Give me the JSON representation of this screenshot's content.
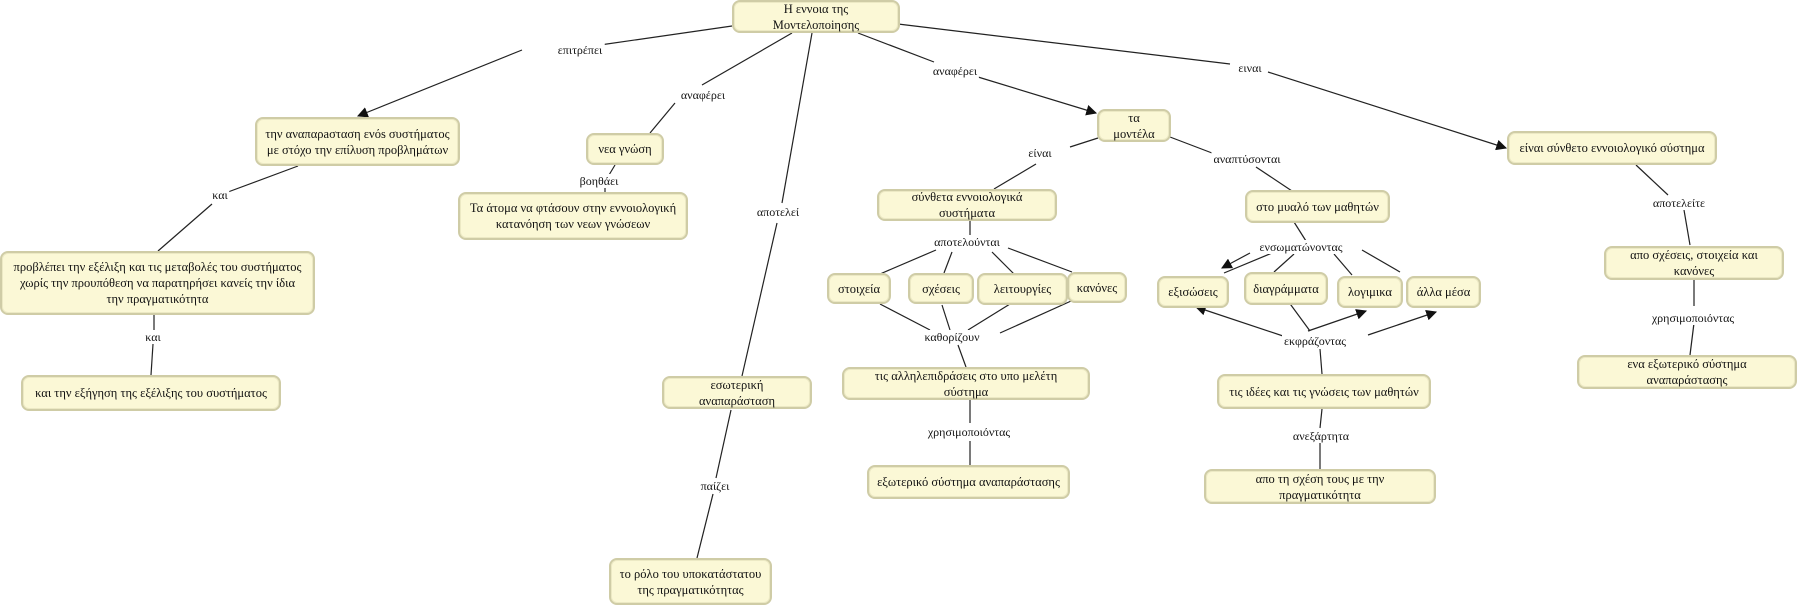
{
  "colors": {
    "node_fill": "#fbf8d6",
    "node_border": "#cfcca6",
    "line": "#222222"
  },
  "nodes": {
    "root": "Η εννοια της Μοντελοποiησης",
    "representation": "την αναπαρaσταση ενόs συστήματος με στόχο την επίλυση προβλημάτων",
    "predicts": "προβλέπει την εξέλιξη και τις μεταβολές του συστήματος χωρίς την προυπόθεση να παρατηρήσει κανείς την ίδια την πραγματικότητα",
    "explanation": "και την εξήγηση της εξέλιξης του συστήματος",
    "new_knowledge": "νεα γνώση",
    "people_reach": "Τα άτομα να φτάσουν στην εννοιολογική κατανόηση των νεων γνώσεων",
    "internal": "εσωτερική αναπαράσταση",
    "role": "το ρόλο του υποκατάστατου της πραγματικότητας",
    "models": "τα μοντέλα",
    "complex_systems": "σύνθετα εννοιολογικά συστήματα",
    "elements": "στοιχεία",
    "relations": "σχέσεις",
    "functions": "λειτουργίες",
    "rules": "κανόνες",
    "interactions": "τις αλληλεπιδράσεις στο υπο μελέτη σύστημα",
    "external1": "εξωτερικό σύστημα αναπαράστασης",
    "students_mind": "στο μυαλό των μαθητών",
    "equations": "εξισώσεις",
    "diagrams": "διαγράμματα",
    "software": "λογιμικα",
    "other_means": "άλλα μέσα",
    "ideas": "τις ιδέες και τις γνώσεις των μαθητών",
    "from_relation": "απο τη σχέση τους με την πραγματικότητα",
    "complex_system": "είναι σύνθετο εννοιολογικό σύστημα",
    "from_relations": "απο σχέσεις, στοιχεία και κανόνες",
    "external2": "ενα εξωτερικό σύστημα αναπαράστασης"
  },
  "links": {
    "allows": "επιτρέπει",
    "and1": "και",
    "and2": "και",
    "refers1": "αναφέρει",
    "helps": "βοηθάει",
    "consists": "αποτελεί",
    "plays": "παίζει",
    "refers2": "αναφέρει",
    "are": "είναι",
    "consist_of": "αποτελούνται",
    "define": "καθορίζουν",
    "using1": "χρησιμοποιόντας",
    "develop": "αναπτύσονται",
    "incorporating": "ενσωματώνοντας",
    "expressing": "εκφράζοντας",
    "independent": "ανεξάρτητα",
    "is": "ειναι",
    "consists2": "αποτελείτε",
    "using2": "χρησιμοποιόντας"
  }
}
